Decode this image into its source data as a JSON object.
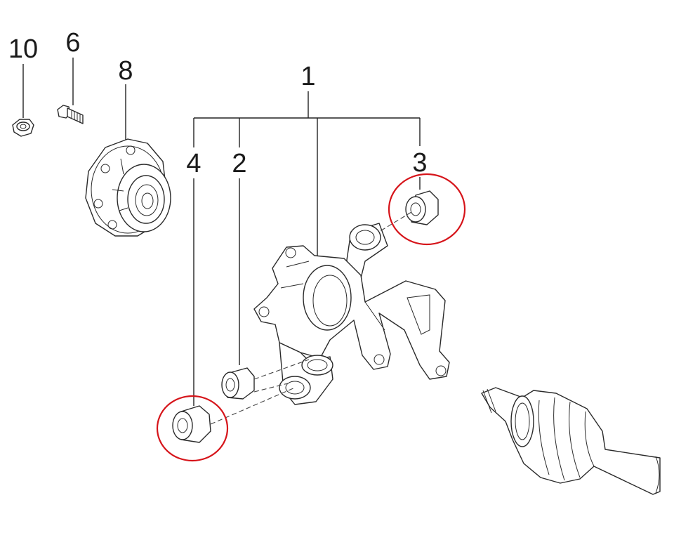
{
  "callouts": {
    "c10": "10",
    "c6": "6",
    "c8": "8",
    "c1": "1",
    "c4": "4",
    "c2": "2",
    "c3": "3"
  },
  "colors": {
    "highlight": "#d6141a",
    "line": "#2a2a2a",
    "background": "#ffffff"
  },
  "highlighted_parts": [
    "3",
    "4"
  ]
}
